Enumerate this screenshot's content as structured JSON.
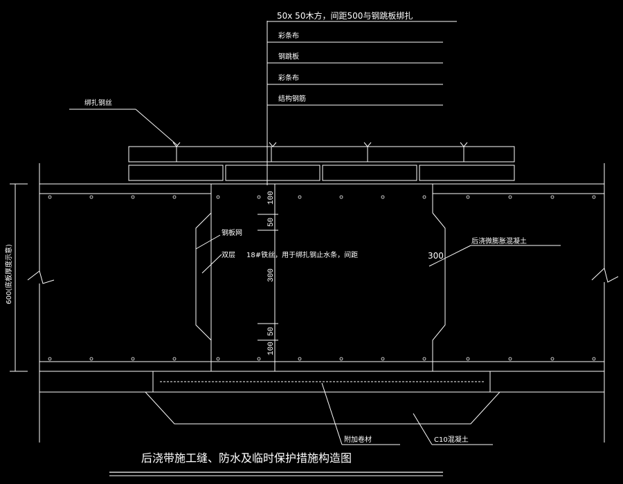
{
  "labels": {
    "top_note": "50x 50木方，间距500与钢跳板绑扎",
    "layer1": "彩条布",
    "layer2": "钢跳板",
    "layer3": "彩条布",
    "layer4": "结构钢筋",
    "binding_wire": "绑扎钢丝",
    "steel_mesh": "钢板网",
    "rebar_note": "18#铁丝，用于绑扎钢止水条，间距",
    "rebar_prefix": "双层",
    "post_pour": "后浇微膨胀混凝土",
    "width_300": "300",
    "extra_membrane": "附加卷材",
    "c10": "C10混凝土",
    "title": "后浇带施工缝、防水及临时保护措施构造图",
    "slab_thickness": "600(底板厚度示意)"
  },
  "dims": {
    "d100a": "100",
    "d50a": "50",
    "d300": "300",
    "d50b": "50",
    "d100b": "100"
  }
}
